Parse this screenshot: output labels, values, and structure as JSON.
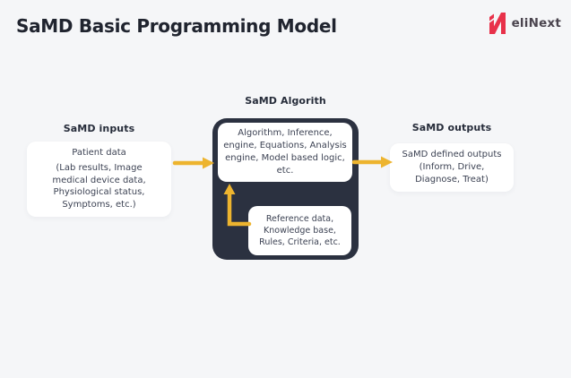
{
  "page": {
    "background_color": "#f5f6f8",
    "accent_yellow": "#edb42f",
    "dark_panel_color": "#2b3140"
  },
  "header": {
    "title": "SaMD Basic Programming Model",
    "logo": {
      "text": "eliNext",
      "mark_color": "#e8314a",
      "text_color": "#4a444e"
    }
  },
  "diagram": {
    "inputs": {
      "label": "SaMD inputs",
      "box_title": "Patient data",
      "box_body": "(Lab results, Image\nmedical device data,\nPhysiological status,\nSymptoms, etc.)"
    },
    "algorithm": {
      "label": "SaMD Algorith",
      "process_box": "Algorithm, Inference,\nengine, Equations, Analysis\nengine, Model based logic,\netc.",
      "reference_box": "Reference data,\nKnowledge base,\nRules, Criteria, etc."
    },
    "outputs": {
      "label": "SaMD outputs",
      "box": "SaMD defined outputs\n(Inform, Drive,\nDiagnose, Treat)"
    }
  }
}
